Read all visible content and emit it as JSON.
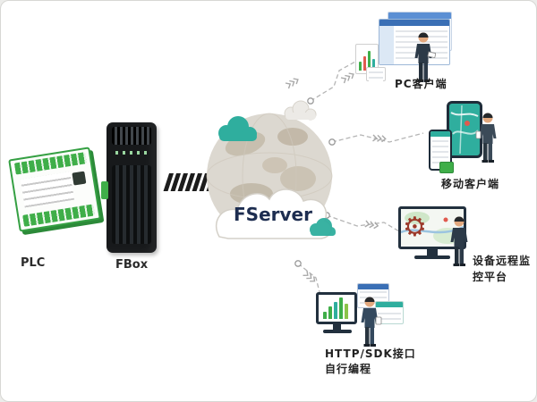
{
  "diagram": {
    "plc_label": "PLC",
    "fbox_label": "FBox",
    "server_label": "FServer",
    "pc_label": "PC客户端",
    "mobile_label": "移动客户端",
    "monitor_label_1": "设备远程监",
    "monitor_label_2": "控平台",
    "sdk_label_1": "HTTP/SDK接口",
    "sdk_label_2": "自行编程"
  },
  "colors": {
    "accent_green": "#3fae49",
    "teal": "#2fae9e",
    "device_black": "#17191b",
    "server_text_navy": "#1d2d50",
    "gear_red": "#9c3a2b",
    "connector_gray": "#b5b5b5"
  }
}
